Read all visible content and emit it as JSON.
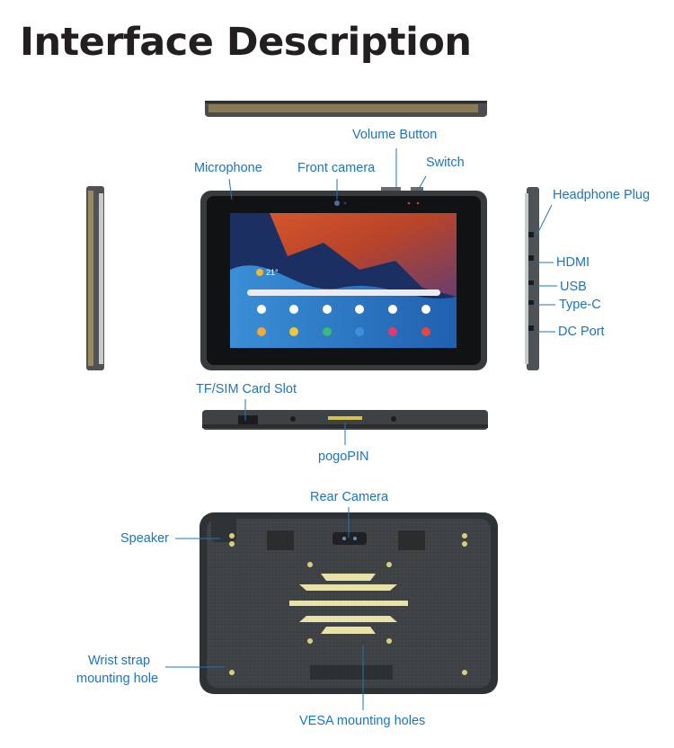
{
  "page": {
    "title": "Interface Description"
  },
  "labels": {
    "volume_button": "Volume Button",
    "microphone": "Microphone",
    "front_camera": "Front camera",
    "switch": "Switch",
    "headphone_plug": "Headphone Plug",
    "hdmi": "HDMI",
    "usb": "USB",
    "type_c": "Type-C",
    "dc_port": "DC Port",
    "tf_sim_card_slot": "TF/SIM Card Slot",
    "pogo_pin": "pogoPIN",
    "rear_camera": "Rear Camera",
    "speaker": "Speaker",
    "wrist_strap_line1": "Wrist strap",
    "wrist_strap_line2": "mounting hole",
    "vesa_mounting_holes": "VESA mounting holes"
  },
  "screen": {
    "weather_temp": "21°"
  },
  "colors": {
    "label_blue": "#1b74c7",
    "title": "#231f20",
    "device_body": "#3f4245",
    "accent_yellow": "#e8e2a8"
  }
}
